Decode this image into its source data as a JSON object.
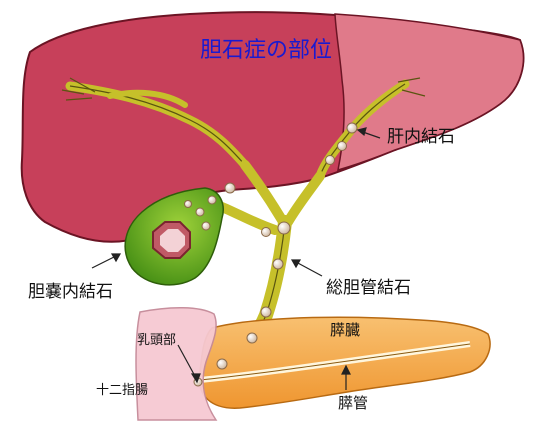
{
  "title": "胆石症の部位",
  "labels": {
    "intrahepatic_stone": "肝内結石",
    "gallbladder_stone": "胆嚢内結石",
    "common_bile_duct_stone": "総胆管結石",
    "papilla": "乳頭部",
    "duodenum": "十二指腸",
    "pancreas": "膵臓",
    "pancreatic_duct": "膵管"
  },
  "colors": {
    "liver": "#c7405a",
    "liver_light": "#e07a8a",
    "bile_duct": "#c6c02a",
    "gallbladder": "#4f9a1a",
    "pancreas": "#f2a23a",
    "duodenum": "#f6c9d2",
    "stone": "#ead9c8",
    "title": "#1a1ad0"
  }
}
